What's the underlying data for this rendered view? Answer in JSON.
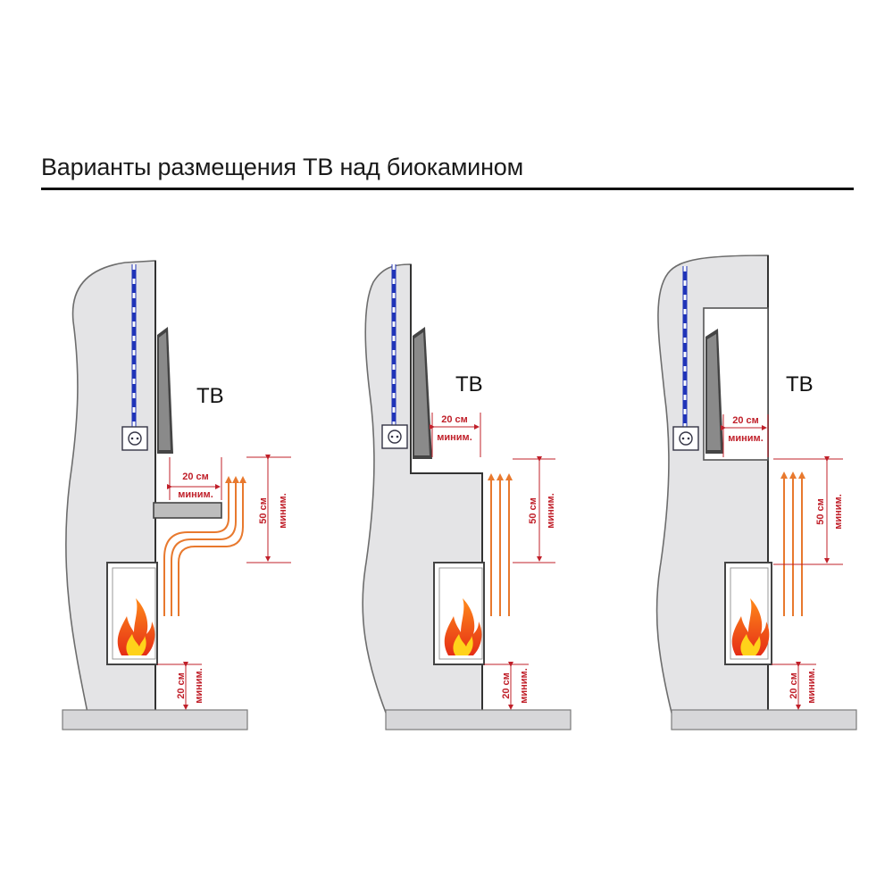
{
  "title": "Варианты размещения ТВ над биокамином",
  "colors": {
    "wall": "#e4e4e6",
    "dimension": "#c0202a",
    "heat_arrow": "#e8792e",
    "cable_blue": "#1f33b8",
    "flame_red": "#e52d16",
    "flame_yellow": "#ffd21a"
  },
  "variants": [
    {
      "tv_label": "ТВ",
      "gap_tv": {
        "value": "20 см",
        "note": "миним."
      },
      "gap_vertical": {
        "value": "50 см",
        "note": "миним."
      },
      "gap_floor": {
        "value": "20 см",
        "note": "миним."
      }
    },
    {
      "tv_label": "ТВ",
      "gap_tv": {
        "value": "20 см",
        "note": "миним."
      },
      "gap_vertical": {
        "value": "50 см",
        "note": "миним."
      },
      "gap_floor": {
        "value": "20 см",
        "note": "миним."
      }
    },
    {
      "tv_label": "ТВ",
      "gap_tv": {
        "value": "20 см",
        "note": "миним."
      },
      "gap_vertical": {
        "value": "50 см",
        "note": "миним."
      },
      "gap_floor": {
        "value": "20 см",
        "note": "миним."
      }
    }
  ]
}
